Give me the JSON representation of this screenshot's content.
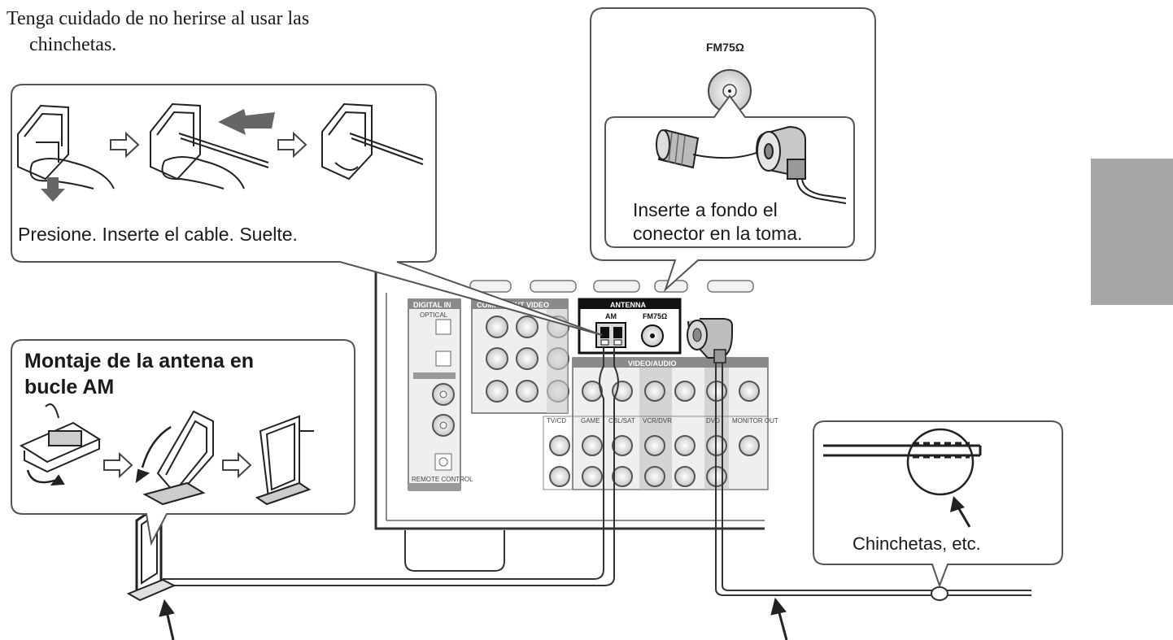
{
  "intro_text": [
    "Tenga cuidado de no herirse al usar las",
    "chinchetas."
  ],
  "wire_callout": {
    "caption": "Presione. Inserte el cable. Suelte."
  },
  "fm_callout": {
    "jack_label": "FM75Ω",
    "caption": [
      "Inserte a fondo el",
      "conector en la toma."
    ]
  },
  "am_callout": {
    "title": [
      "Montaje de la antena en",
      "bucle AM"
    ]
  },
  "tack_callout": {
    "caption": "Chinchetas, etc."
  },
  "receiver_panel": {
    "antenna_label": "ANTENNA",
    "am_label": "AM",
    "fm_label": "FM75Ω",
    "digital_in_label": "DIGITAL IN",
    "optical_label": "OPTICAL",
    "component_video_label": "COMPONENT VIDEO",
    "video_audio_label": "VIDEO/AUDIO",
    "remote_control_label": "REMOTE CONTROL",
    "input_labels": [
      "TV/CD",
      "GAME",
      "CBL/SAT",
      "VCR/DVR",
      "DVD",
      "MONITOR OUT"
    ]
  },
  "colors": {
    "line": "#333333",
    "tab": "#a6a6a6",
    "panel_fill": "#e8e8e8",
    "box_stroke": "#555555"
  }
}
